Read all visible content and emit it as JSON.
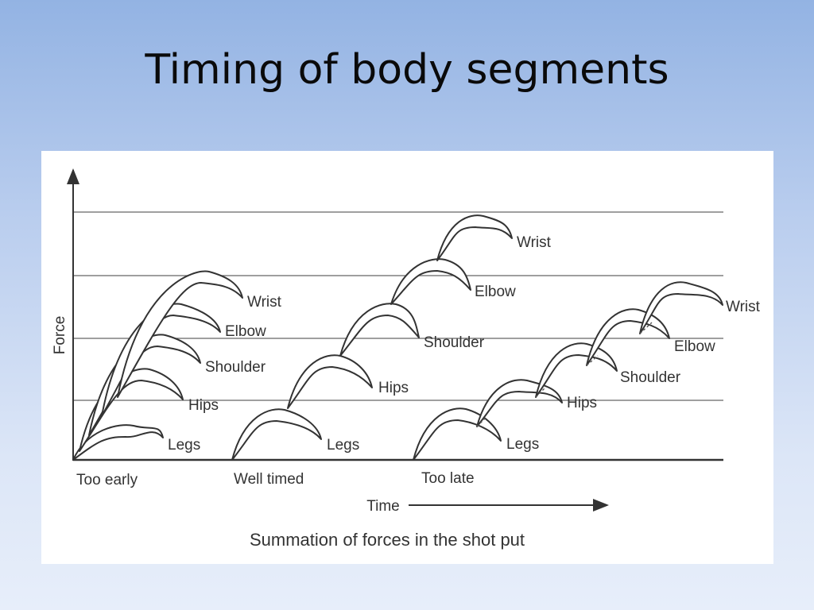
{
  "slide": {
    "title": "Timing of body segments"
  },
  "diagram": {
    "y_axis_label": "Force",
    "x_axis_label": "Time",
    "caption": "Summation of forces in the shot put",
    "segments": [
      "Legs",
      "Hips",
      "Shoulder",
      "Elbow",
      "Wrist"
    ],
    "groups": [
      {
        "name": "Too early"
      },
      {
        "name": "Well timed"
      },
      {
        "name": "Too late"
      }
    ]
  }
}
